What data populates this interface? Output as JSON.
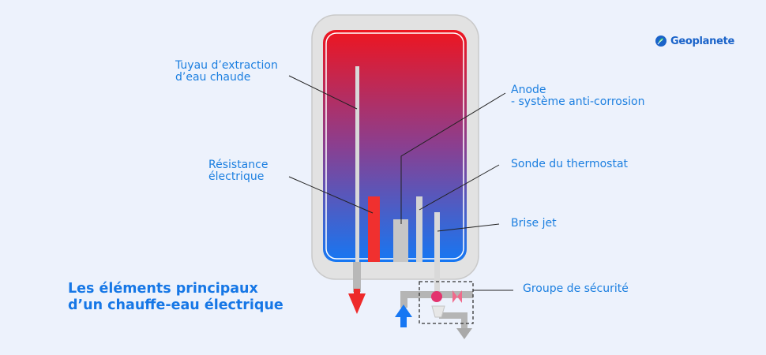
{
  "brand": {
    "name": "Geoplanete"
  },
  "title": {
    "line1": "Les éléments principaux",
    "line2": "d’un chauffe-eau électrique"
  },
  "labels": {
    "tuyau": "Tuyau d’extraction\nd’eau chaude",
    "resistance": "Résistance\nélectrique",
    "anode": "Anode\n- système anti-corrosion",
    "sonde": "Sonde du thermostat",
    "brise": "Brise jet",
    "groupe": "Groupe de sécurité"
  },
  "colors": {
    "hot": "#ee1520",
    "cold": "#1677f3",
    "accent": "#1c7fe0",
    "casing": "#e2e2e2"
  }
}
